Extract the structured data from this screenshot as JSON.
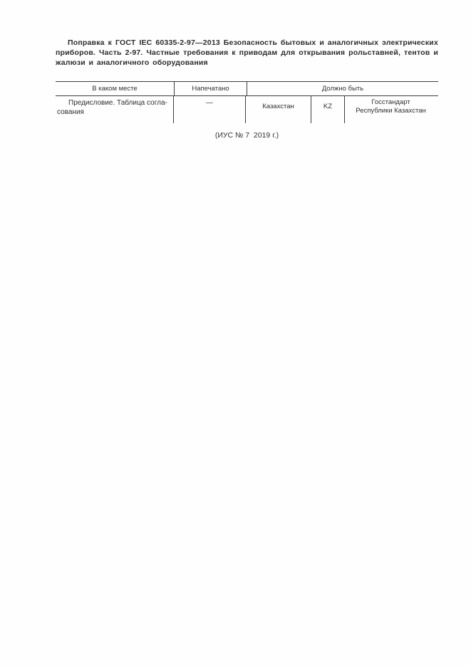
{
  "page": {
    "heading": "Поправка к ГОСТ IEC 60335-2-97—2013 Безопасность бытовых и аналогичных электрических приборов. Часть 2-97. Частные требования к приводам для открывания рольставней, тентов и жалюзи и аналогичного оборудования",
    "footer_note": "(ИУС № 7  2019 г.)"
  },
  "table": {
    "headers": {
      "location": "В каком месте",
      "printed": "Напечатано",
      "should_be": "Должно быть"
    },
    "row": {
      "location_line1": "Предисловие. Таблица согла-",
      "location_line2": "сования",
      "printed": "—",
      "should_be": {
        "country": "Казахстан",
        "code": "KZ",
        "authority_line1": "Госстандарт",
        "authority_line2": "Республики Казахстан"
      }
    }
  },
  "colors": {
    "page_background": "#fefefe",
    "text": "#2e2e2e",
    "table_border": "#3d3d3d"
  }
}
